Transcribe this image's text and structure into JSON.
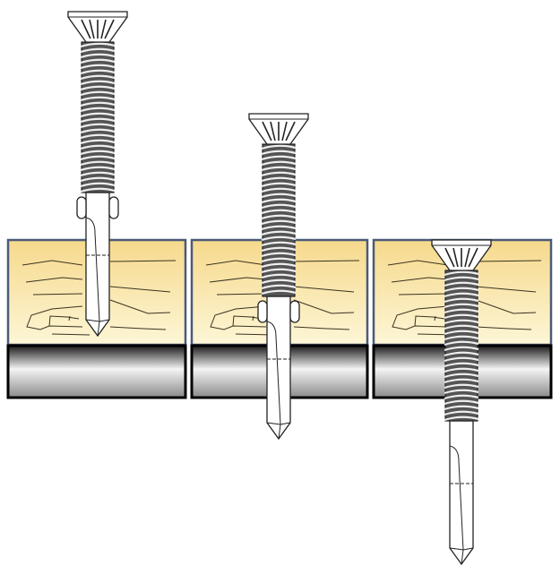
{
  "colors": {
    "wood_top": "#f6d98c",
    "wood_bottom": "#fdf6d6",
    "wood_border": "#4b5b78",
    "metal_dark": "#1a1a1a",
    "metal_light": "#f4f4f4",
    "metal_mid": "#8a8a8a",
    "screw_fill": "#ffffff",
    "screw_stroke": "#222222"
  },
  "stages": [
    {
      "id": "drilling",
      "wings_intact": true
    },
    {
      "id": "reaming",
      "wings_intact": true
    },
    {
      "id": "threading",
      "wings_intact": false
    }
  ]
}
